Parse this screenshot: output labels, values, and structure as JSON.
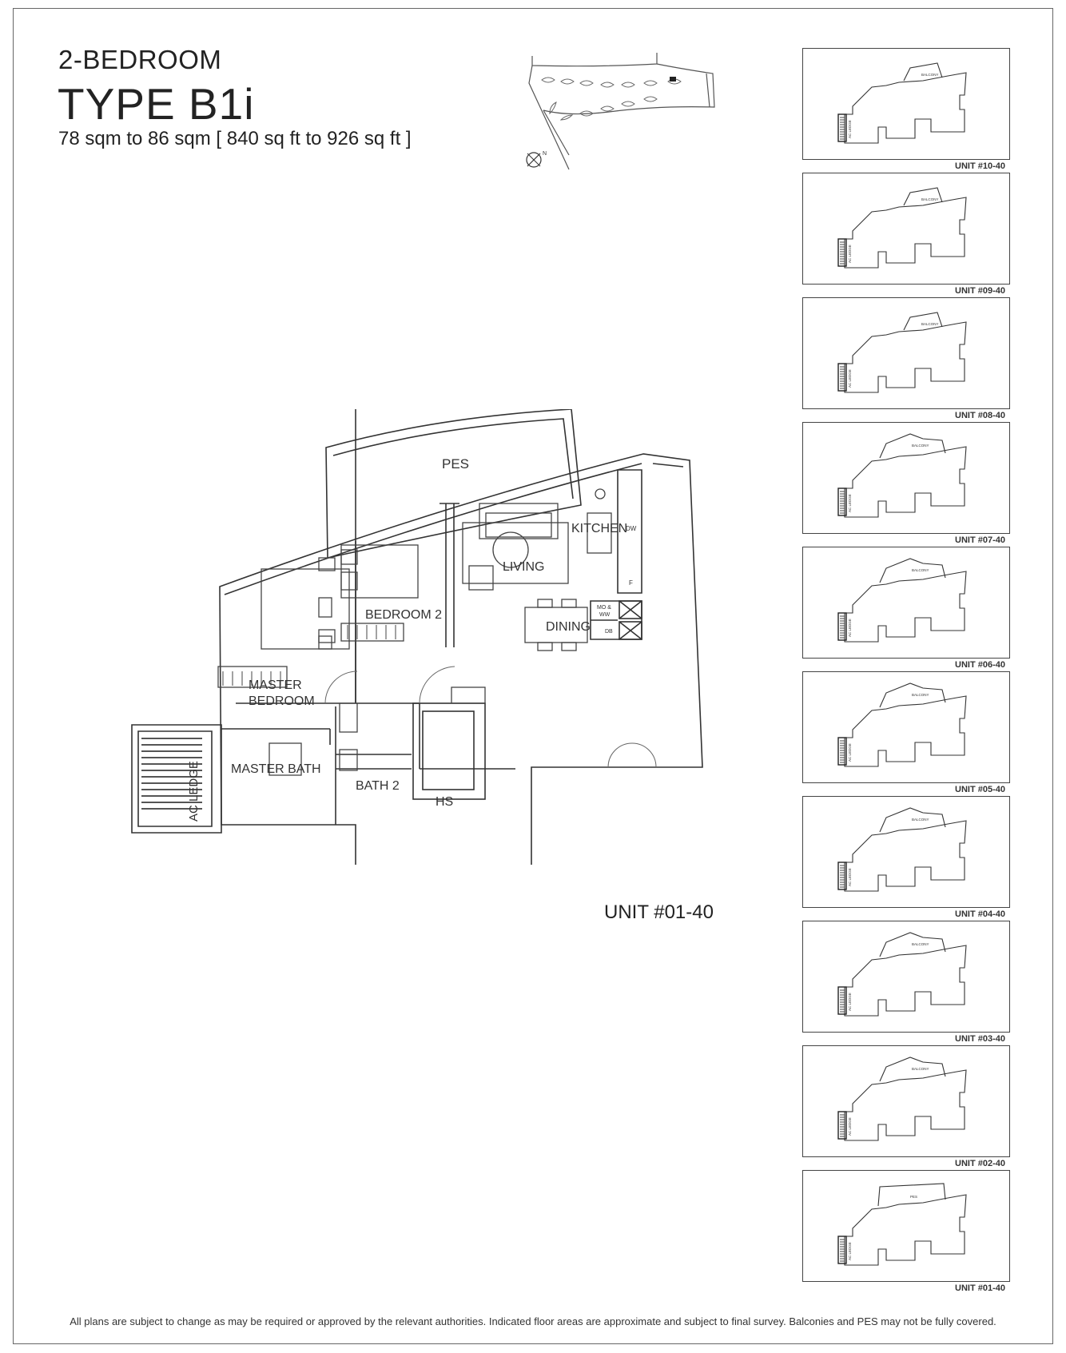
{
  "header": {
    "bedroom_type": "2-BEDROOM",
    "type_name": "TYPE B1i",
    "area": "78 sqm to 86 sqm   [ 840 sq ft to 926 sq ft ]"
  },
  "plan": {
    "unit_caption": "UNIT #01-40",
    "rooms": {
      "pes": "PES",
      "kitchen": "KITCHEN",
      "living": "LIVING",
      "dining": "DINING",
      "bedroom2": "BEDROOM  2",
      "master_bedroom_line1": "MASTER",
      "master_bedroom_line2": "BEDROOM",
      "master_bath": "MASTER  BATH",
      "bath2": "BATH 2",
      "hs": "HS",
      "ac_ledge": "AC  LEDGE"
    },
    "fixtures": {
      "dw": "DW",
      "fridge": "F",
      "mo_ww_line1": "MO &",
      "mo_ww_line2": "WW",
      "db": "DB"
    }
  },
  "compass_label": "N",
  "key_plans": [
    {
      "label": "UNIT #10-40",
      "outdoor": "BALCONY",
      "shape": "balcony_small"
    },
    {
      "label": "UNIT #09-40",
      "outdoor": "BALCONY",
      "shape": "balcony_small"
    },
    {
      "label": "UNIT #08-40",
      "outdoor": "BALCONY",
      "shape": "balcony_small"
    },
    {
      "label": "UNIT #07-40",
      "outdoor": "BALCONY",
      "shape": "balcony_large"
    },
    {
      "label": "UNIT #06-40",
      "outdoor": "BALCONY",
      "shape": "balcony_large"
    },
    {
      "label": "UNIT #05-40",
      "outdoor": "BALCONY",
      "shape": "balcony_large"
    },
    {
      "label": "UNIT #04-40",
      "outdoor": "BALCONY",
      "shape": "balcony_large"
    },
    {
      "label": "UNIT #03-40",
      "outdoor": "BALCONY",
      "shape": "balcony_large"
    },
    {
      "label": "UNIT #02-40",
      "outdoor": "BALCONY",
      "shape": "balcony_large"
    },
    {
      "label": "UNIT #01-40",
      "outdoor": "PES",
      "shape": "pes"
    }
  ],
  "key_plan_ac_label": "AC LEDGE",
  "footer": "All plans are subject to change as may be required or approved by the relevant authorities. Indicated floor areas are approximate and subject to final survey. Balconies and PES may not be fully covered."
}
